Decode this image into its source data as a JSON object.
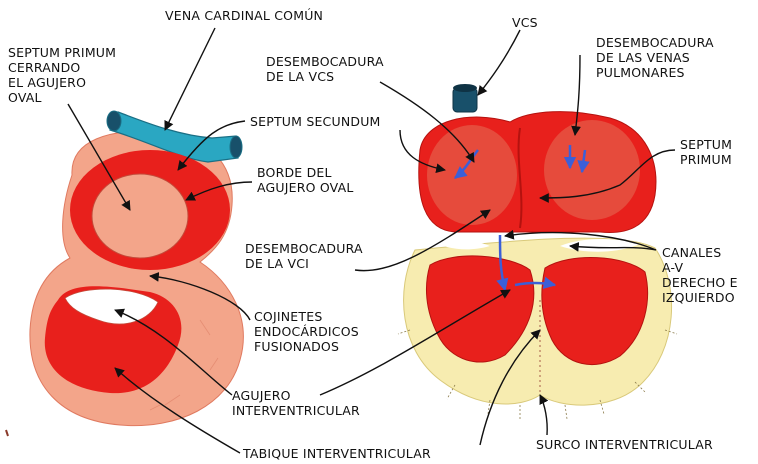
{
  "labels": {
    "vena_cardinal": "VENA CARDINAL COMÚN",
    "septum_primum_left": [
      "SEPTUM PRIMUM",
      "CERRANDO",
      "EL AGUJERO",
      "OVAL"
    ],
    "septum_secundum": "SEPTUM SECUNDUM",
    "borde_oval": [
      "BORDE DEL",
      "AGUJERO OVAL"
    ],
    "cojinetes": [
      "COJINETES",
      "ENDOCÁRDICOS",
      "FUSIONADOS"
    ],
    "agujero_iv": [
      "AGUJERO",
      "INTERVENTRICULAR"
    ],
    "tabique_iv": "TABIQUE INTERVENTRICULAR",
    "vcs": "VCS",
    "desemb_vcs": [
      "DESEMBOCADURA",
      "DE LA VCS"
    ],
    "desemb_pulm": [
      "DESEMBOCADURA",
      "DE LAS VENAS",
      "PULMONARES"
    ],
    "septum_primum_right": [
      "SEPTUM",
      "PRIMUM"
    ],
    "desemb_vci": [
      "DESEMBOCADURA",
      "DE LA VCI"
    ],
    "canales_av": [
      "CANALES",
      "A-V",
      "DERECHO E",
      "IZQUIERDO"
    ],
    "surco_iv": "SURCO INTERVENTRICULAR"
  },
  "colors": {
    "red": "#e8201c",
    "dark_red": "#b5120f",
    "pink": "#f3a58a",
    "light_pink": "#f8c4a8",
    "vessel": "#2aa7c2",
    "vessel_dark": "#18506a",
    "yellow": "#f7ecb0",
    "blood_arrow": "#3b5fd8"
  }
}
